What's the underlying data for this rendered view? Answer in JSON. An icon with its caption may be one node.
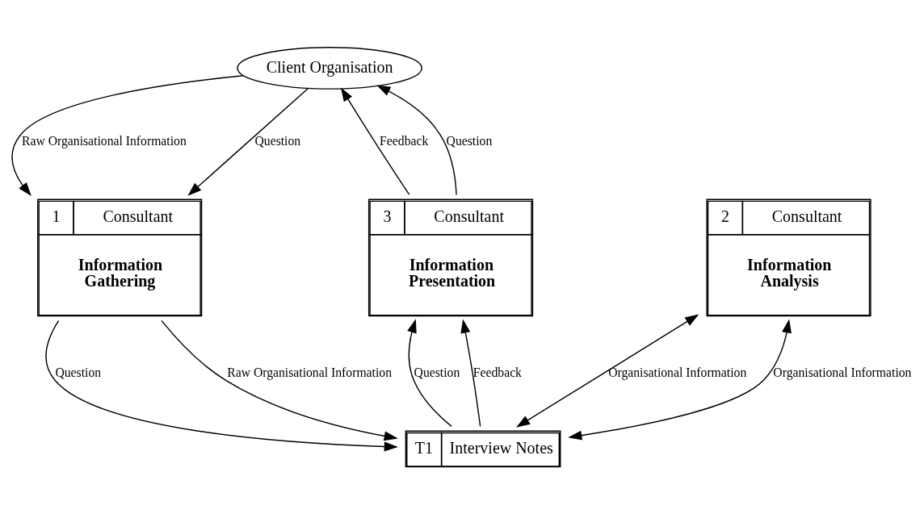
{
  "diagram": {
    "nodes": [
      {
        "text": [
          "Client Organisation"
        ]
      },
      {
        "text": [
          "1",
          "Consultant",
          "Information Gathering"
        ]
      },
      {
        "text": [
          "2",
          "Consultant",
          "Information Analysis"
        ]
      },
      {
        "text": [
          "3",
          "Consultant",
          "Information Presentation"
        ]
      },
      {
        "text": [
          "T1",
          "Interview Notes"
        ]
      }
    ],
    "edges": [
      {
        "from": 0,
        "to": 1,
        "arrow": "to",
        "label": "Raw Organisational Information"
      },
      {
        "from": 0,
        "to": 1,
        "arrow": "to",
        "label": "Question"
      },
      {
        "from": 3,
        "to": 0,
        "arrow": "to",
        "label": "Feedback"
      },
      {
        "from": 3,
        "to": 0,
        "arrow": "to",
        "label": "Question"
      },
      {
        "from": 1,
        "to": 4,
        "arrow": "to",
        "label": "Question"
      },
      {
        "from": 1,
        "to": 4,
        "arrow": "to",
        "label": "Raw Organisational Information"
      },
      {
        "from": 2,
        "to": 4,
        "arrow": "both",
        "label": "Organisational Information"
      },
      {
        "from": 2,
        "to": 4,
        "arrow": "both",
        "label": "Organisational Information"
      },
      {
        "from": 4,
        "to": 3,
        "arrow": "to",
        "label": "Question"
      },
      {
        "from": 4,
        "to": 3,
        "arrow": "to",
        "label": "Feedback"
      }
    ]
  }
}
